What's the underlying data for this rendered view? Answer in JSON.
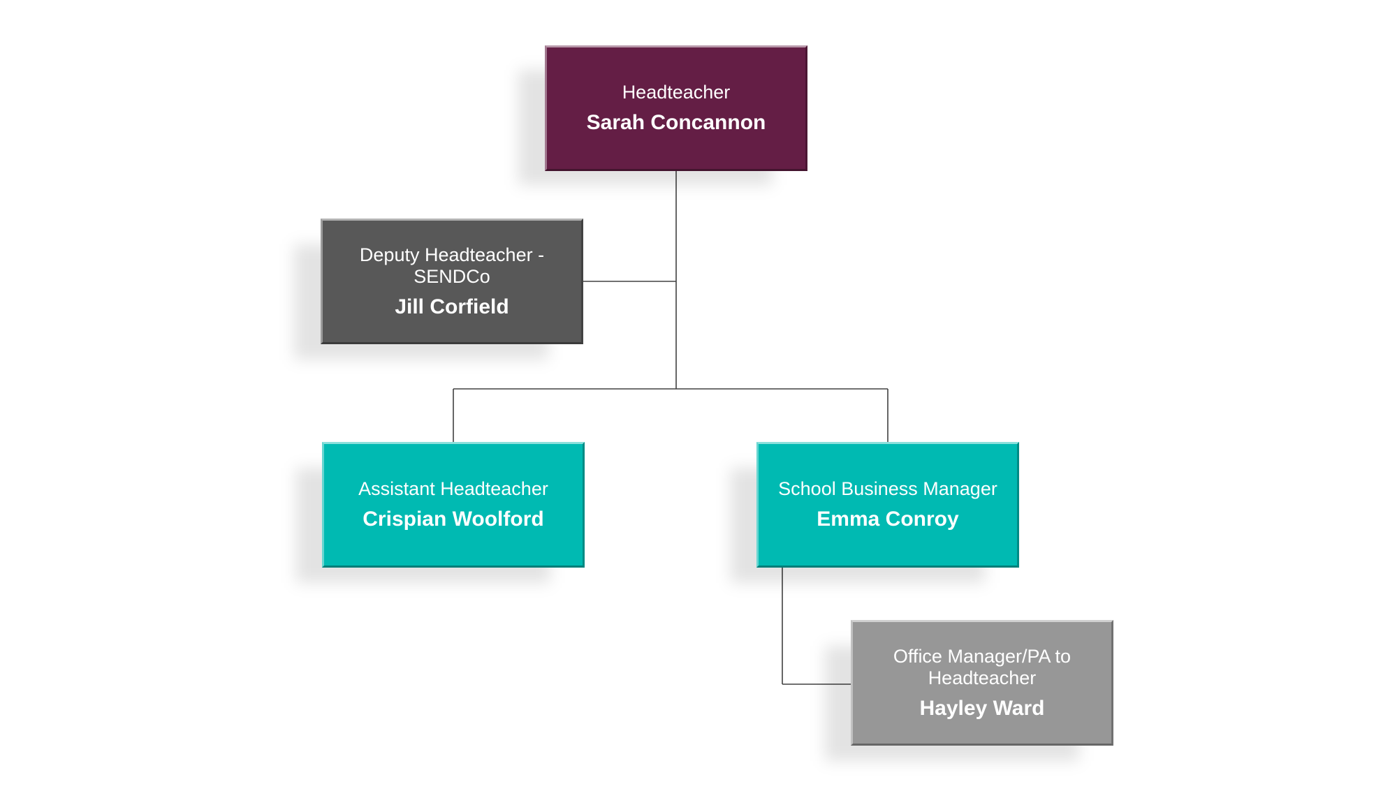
{
  "colors": {
    "headteacher": "#641E45",
    "deputy": "#585858",
    "teal": "#00BAB2",
    "office": "#979797",
    "connector": "#404040"
  },
  "nodes": {
    "headteacher": {
      "role": "Headteacher",
      "name": "Sarah Concannon"
    },
    "deputy": {
      "role": "Deputy Headteacher - SENDCo",
      "name": "Jill Corfield"
    },
    "assistant": {
      "role": "Assistant Headteacher",
      "name": "Crispian Woolford"
    },
    "business": {
      "role": "School Business Manager",
      "name": "Emma Conroy"
    },
    "office": {
      "role": "Office Manager/PA to Headteacher",
      "name": "Hayley Ward"
    }
  }
}
